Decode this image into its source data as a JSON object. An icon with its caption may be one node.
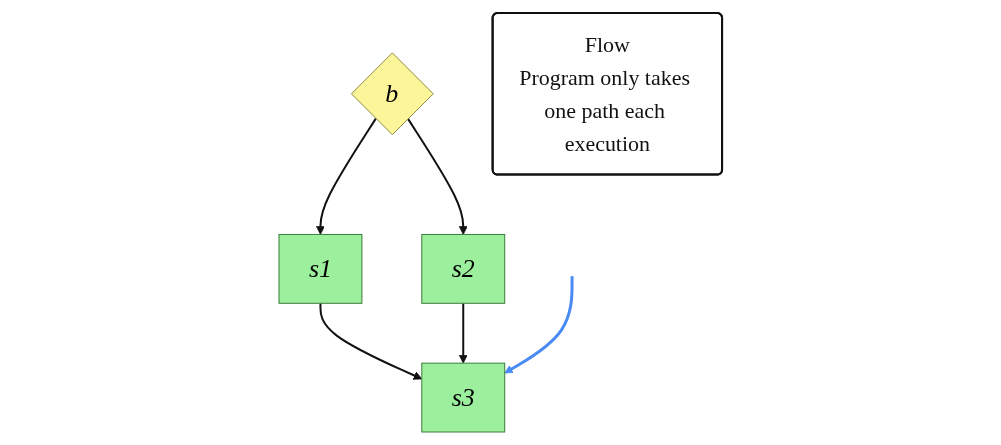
{
  "diagram": {
    "nodes": [
      {
        "text": [
          "b"
        ]
      },
      {
        "text": [
          "s1"
        ]
      },
      {
        "text": [
          "s2"
        ]
      },
      {
        "text": [
          "s3"
        ]
      },
      {
        "text": [
          "Flow",
          "Program only takes one path each execution"
        ]
      }
    ],
    "edges": [
      {
        "from": 0,
        "to": 1,
        "arrow": "to"
      },
      {
        "from": 0,
        "to": 2,
        "arrow": "to"
      },
      {
        "from": 1,
        "to": 3,
        "arrow": "to"
      },
      {
        "from": 2,
        "to": 3,
        "arrow": "to"
      },
      {
        "from": null,
        "to": 3,
        "arrow": "to",
        "color": "#4a8af4"
      }
    ]
  }
}
